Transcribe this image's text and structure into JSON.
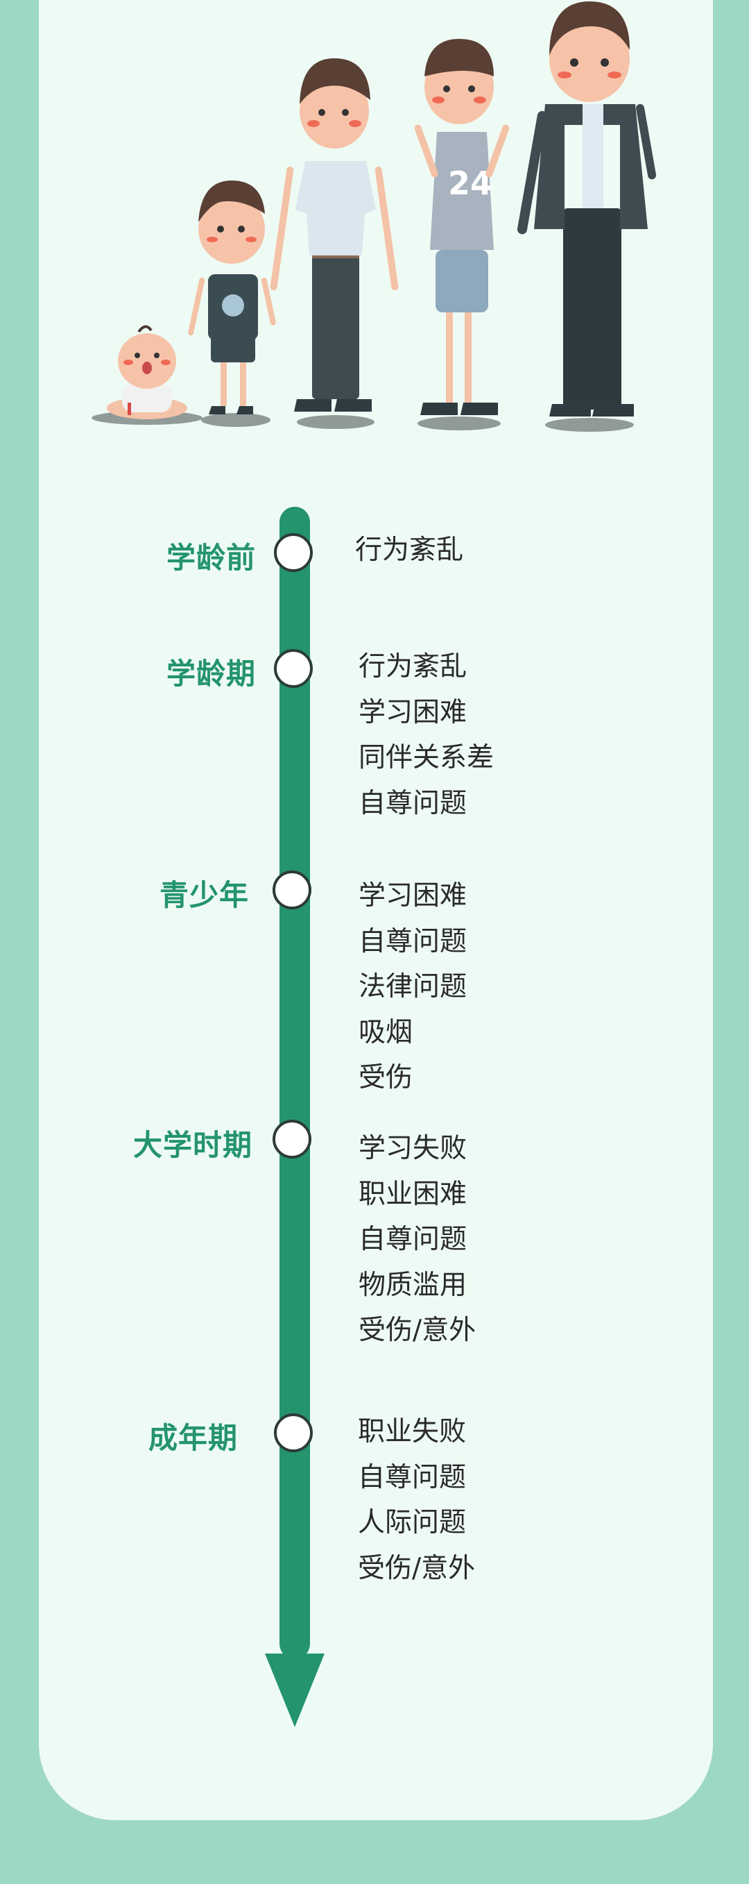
{
  "colors": {
    "background": "#9dd8c5",
    "card": "#eefbf4",
    "accent": "#24946d",
    "text": "#2a2a2a"
  },
  "illustration": {
    "figures": [
      "baby",
      "child",
      "boy",
      "teen-24-jersey",
      "adult-in-suit"
    ],
    "jersey_number": "24"
  },
  "timeline": {
    "stages": [
      {
        "label": "学龄前",
        "issues": [
          "行为紊乱"
        ]
      },
      {
        "label": "学龄期",
        "issues": [
          "行为紊乱",
          "学习困难",
          "同伴关系差",
          "自尊问题"
        ]
      },
      {
        "label": "青少年",
        "issues": [
          "学习困难",
          "自尊问题",
          "法律问题",
          "吸烟",
          "受伤"
        ]
      },
      {
        "label": "大学时期",
        "issues": [
          "学习失败",
          "职业困难",
          "自尊问题",
          "物质滥用",
          "受伤/意外"
        ]
      },
      {
        "label": "成年期",
        "issues": [
          "职业失败",
          "自尊问题",
          "人际问题",
          "受伤/意外"
        ]
      }
    ]
  }
}
